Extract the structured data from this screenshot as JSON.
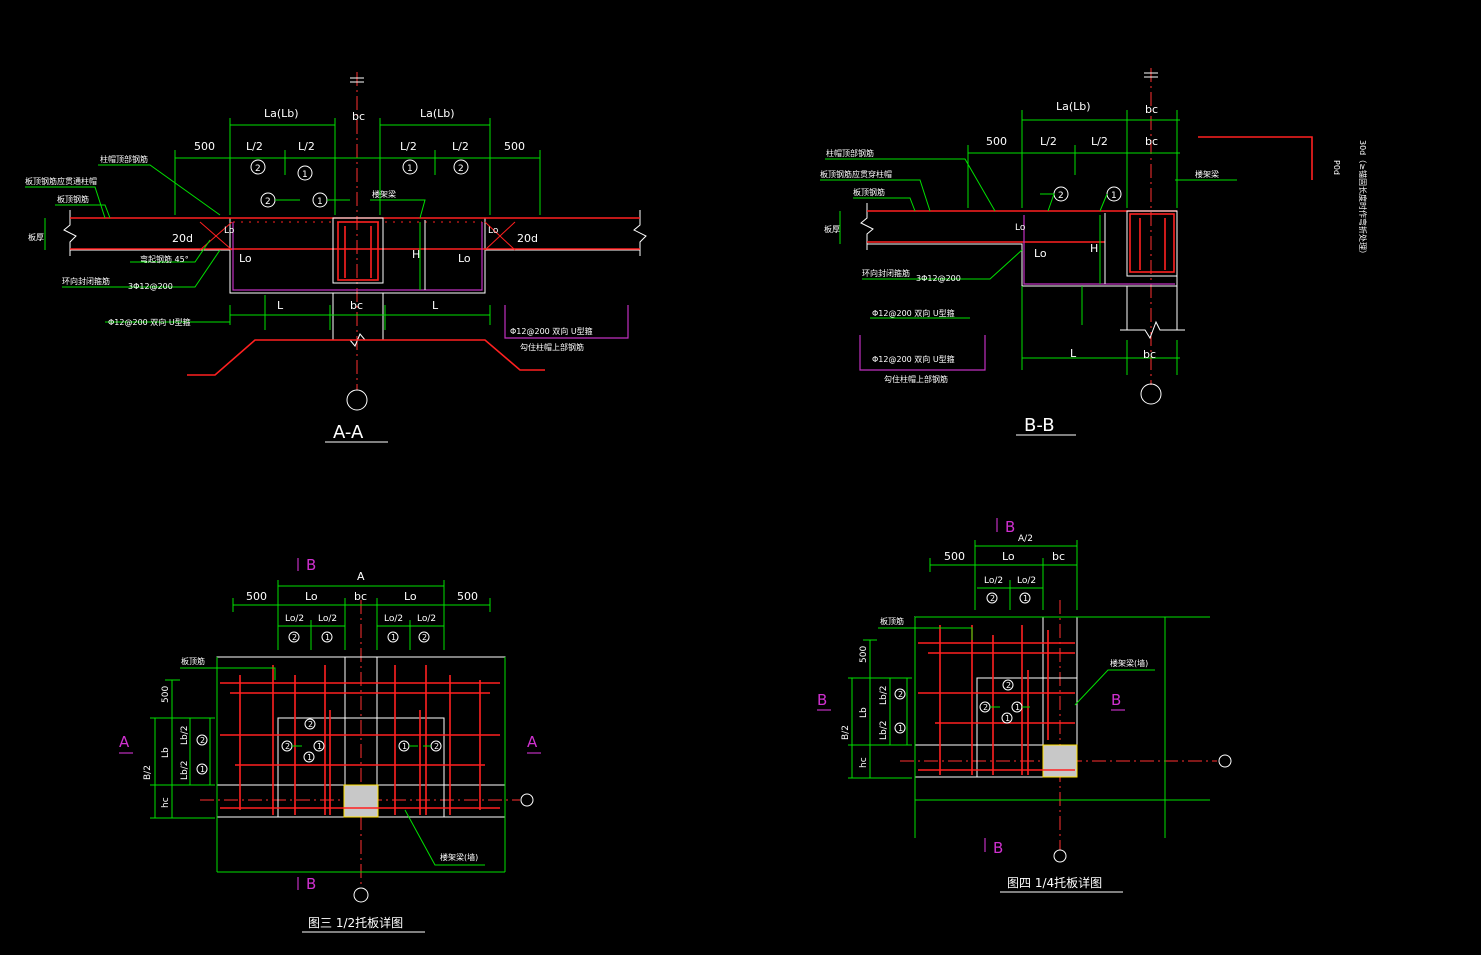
{
  "colors": {
    "background": "#000000",
    "dim": "#00e000",
    "rebar": "#ff2020",
    "outline": "#ffffff",
    "magenta": "#c030c0",
    "axis": "#ff3030",
    "slab_red": "#ff2a2a"
  },
  "aa": {
    "title": "A-A",
    "dims": {
      "la_left": "La(Lb)",
      "la_right": "La(Lb)",
      "bc_top": "bc",
      "d500_left": "500",
      "d500_right": "500",
      "l2a": "L/2",
      "l2b": "L/2",
      "l2c": "L/2",
      "l2d": "L/2",
      "bc_bottom": "bc",
      "l_left": "L",
      "l_right": "L",
      "lo1": "Lo",
      "lo2": "Lo",
      "lo3": "Lo",
      "lo4": "Lo",
      "h": "H",
      "d20_left": "20d",
      "d20_right": "20d",
      "deg": "45°"
    },
    "marks": {
      "m2a": "2",
      "m1a": "1",
      "m1b": "1",
      "m2b": "2",
      "m2c": "2",
      "m1c": "1"
    },
    "notes": {
      "n1": "柱帽顶部钢筋",
      "n2": "板顶钢筋应贯通柱帽",
      "n3": "板顶钢筋",
      "n4": "板厚",
      "n5": "弯起钢筋 45°",
      "n6": "环向封闭箍筋",
      "n6b": "3Φ12@200",
      "n7": "Φ12@200  双向 U型箍",
      "n8": "Φ12@200  双向 U型箍",
      "n9": "勾住柱帽上部钢筋",
      "n10": "楼架梁"
    }
  },
  "bb": {
    "title": "B-B",
    "dims": {
      "la": "La(Lb)",
      "bc1": "bc",
      "bc2": "bc",
      "d500": "500",
      "l2a": "L/2",
      "l2b": "L/2",
      "lo1": "Lo",
      "lo2": "Lo",
      "h": "H",
      "l": "L",
      "bc3": "bc",
      "ext": "30d（≥锚固长度时作弯折处理）",
      "ext2": "P0d"
    },
    "marks": {
      "m2": "2",
      "m1": "1"
    },
    "notes": {
      "n1": "柱帽顶部钢筋",
      "n2": "板顶钢筋应贯穿柱帽",
      "n3": "板顶钢筋",
      "n4": "板厚",
      "n5": "环向封闭箍筋",
      "n5b": "3Φ12@200",
      "n6": "Φ12@200  双向 U型箍",
      "n7": "Φ12@200  双向 U型箍",
      "n8": "勾住柱帽上部钢筋",
      "n9": "楼架梁"
    }
  },
  "plan3": {
    "title": "图三  1/2托板详图",
    "dims": {
      "a": "A",
      "d500l": "500",
      "lo1": "Lo",
      "bc": "bc",
      "lo2": "Lo",
      "d500r": "500",
      "lo2a": "Lo/2",
      "lo2b": "Lo/2",
      "lo2c": "Lo/2",
      "lo2d": "Lo/2",
      "d500v": "500",
      "lb": "Lb",
      "lb2a": "Lb/2",
      "lb2b": "Lb/2",
      "b2": "B/2",
      "hc": "hc"
    },
    "marks": {
      "m1": "2",
      "m2": "1",
      "m3": "1",
      "m4": "2",
      "m5": "2",
      "m6": "1",
      "m7": "2",
      "m8": "1",
      "m9": "1",
      "m10": "2",
      "m11": "2",
      "m12": "1"
    },
    "cuts": {
      "a_left": "A",
      "a_right": "A",
      "b_top": "B",
      "b_bottom": "B"
    },
    "notes": {
      "n1": "板顶筋",
      "n2": "楼架梁(墙)"
    }
  },
  "plan4": {
    "title": "图四   1/4托板详图",
    "dims": {
      "a2": "A/2",
      "d500": "500",
      "lo": "Lo",
      "bc": "bc",
      "lo2a": "Lo/2",
      "lo2b": "Lo/2",
      "d500v": "500",
      "lb": "Lb",
      "lb2a": "Lb/2",
      "lb2b": "Lb/2",
      "b2": "B/2",
      "hc": "hc"
    },
    "marks": {
      "m1": "2",
      "m2": "1",
      "m3": "2",
      "m4": "1",
      "m5": "1",
      "m6": "2",
      "m7": "1",
      "m8": "2"
    },
    "cuts": {
      "b_top": "B",
      "b_bottom": "B",
      "b_left": "B",
      "b_right": "B"
    },
    "notes": {
      "n1": "板顶筋",
      "n2": "楼架梁(墙)"
    }
  }
}
